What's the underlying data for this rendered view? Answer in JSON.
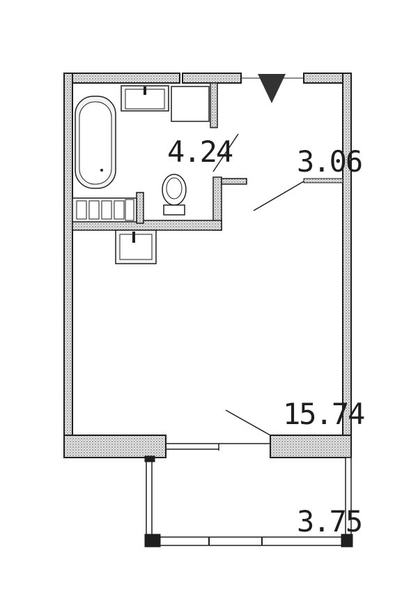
{
  "floor_plan": {
    "rooms": {
      "bathroom": {
        "area": "4.24"
      },
      "hallway": {
        "area": "3.06"
      },
      "living_room": {
        "area": "15.74"
      },
      "balcony": {
        "area": "3.75"
      }
    },
    "colors": {
      "wall_outline": "#1e1e1e",
      "wall_fill": "#d6d6d6",
      "fixture_fill": "#f2f2f2",
      "entrance_marker": "#333333",
      "background": "#ffffff"
    },
    "icons": [
      "entrance-arrow-icon",
      "bathtub-icon",
      "toilet-icon",
      "sink-icon",
      "kitchen-sink-icon",
      "cooktop-icon"
    ]
  }
}
